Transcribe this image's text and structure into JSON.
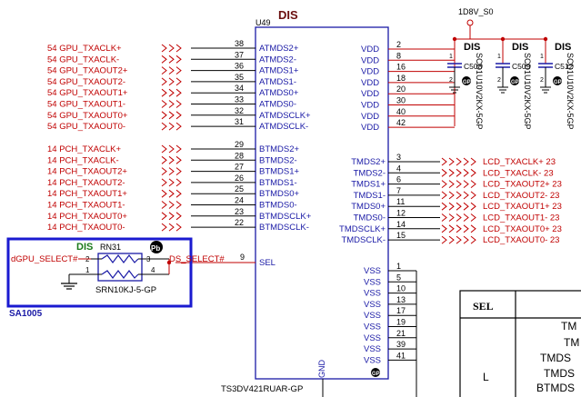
{
  "chip": {
    "title": "DIS",
    "ref": "U49",
    "part": "TS3DV421RUAR-GP",
    "gnd_label": "GND",
    "sel_pin_label": "SEL",
    "sel_pin_num": "9"
  },
  "power": {
    "label": "1D8V_S0"
  },
  "caps": [
    {
      "tag": "DIS",
      "ref": "C508",
      "part": "SCD1U10V2KX-5GP",
      "pin1": "1",
      "pin2": "2"
    },
    {
      "tag": "DIS",
      "ref": "C509",
      "part": "SCD1U10V2KX-5GP",
      "pin1": "1",
      "pin2": "2"
    },
    {
      "tag": "DIS",
      "ref": "C512",
      "part": "SCD1U10V2KX-5GP",
      "pin1": "1",
      "pin2": "2"
    }
  ],
  "left_a": [
    {
      "net": "54  GPU_TXACLK+",
      "pin": "38",
      "name": "ATMDS2+"
    },
    {
      "net": "54  GPU_TXACLK-",
      "pin": "37",
      "name": "ATMDS2-"
    },
    {
      "net": "54  GPU_TXAOUT2+",
      "pin": "36",
      "name": "ATMDS1+"
    },
    {
      "net": "54  GPU_TXAOUT2-",
      "pin": "35",
      "name": "ATMDS1-"
    },
    {
      "net": "54  GPU_TXAOUT1+",
      "pin": "34",
      "name": "ATMDS0+"
    },
    {
      "net": "54  GPU_TXAOUT1-",
      "pin": "33",
      "name": "ATMDS0-"
    },
    {
      "net": "54  GPU_TXAOUT0+",
      "pin": "32",
      "name": "ATMDSCLK+"
    },
    {
      "net": "54  GPU_TXAOUT0-",
      "pin": "31",
      "name": "ATMDSCLK-"
    }
  ],
  "left_b": [
    {
      "net": "14  PCH_TXACLK+",
      "pin": "29",
      "name": "BTMDS2+"
    },
    {
      "net": "14  PCH_TXACLK-",
      "pin": "28",
      "name": "BTMDS2-"
    },
    {
      "net": "14  PCH_TXAOUT2+",
      "pin": "27",
      "name": "BTMDS1+"
    },
    {
      "net": "14  PCH_TXAOUT2-",
      "pin": "26",
      "name": "BTMDS1-"
    },
    {
      "net": "14  PCH_TXAOUT1+",
      "pin": "25",
      "name": "BTMDS0+"
    },
    {
      "net": "14  PCH_TXAOUT1-",
      "pin": "24",
      "name": "BTMDS0-"
    },
    {
      "net": "14  PCH_TXAOUT0+",
      "pin": "23",
      "name": "BTMDSCLK+"
    },
    {
      "net": "14  PCH_TXAOUT0-",
      "pin": "22",
      "name": "BTMDSCLK-"
    }
  ],
  "vdd": [
    {
      "name": "VDD",
      "pin": "2"
    },
    {
      "name": "VDD",
      "pin": "8"
    },
    {
      "name": "VDD",
      "pin": "16"
    },
    {
      "name": "VDD",
      "pin": "18"
    },
    {
      "name": "VDD",
      "pin": "20"
    },
    {
      "name": "VDD",
      "pin": "30"
    },
    {
      "name": "VDD",
      "pin": "40"
    },
    {
      "name": "VDD",
      "pin": "42"
    }
  ],
  "tmds": [
    {
      "name": "TMDS2+",
      "pin": "3",
      "net": "LCD_TXACLK+  23"
    },
    {
      "name": "TMDS2-",
      "pin": "4",
      "net": "LCD_TXACLK-  23"
    },
    {
      "name": "TMDS1+",
      "pin": "6",
      "net": "LCD_TXAOUT2+  23"
    },
    {
      "name": "TMDS1-",
      "pin": "7",
      "net": "LCD_TXAOUT2-  23"
    },
    {
      "name": "TMDS0+",
      "pin": "11",
      "net": "LCD_TXAOUT1+  23"
    },
    {
      "name": "TMDS0-",
      "pin": "12",
      "net": "LCD_TXAOUT1-  23"
    },
    {
      "name": "TMDSCLK+",
      "pin": "14",
      "net": "LCD_TXAOUT0+  23"
    },
    {
      "name": "TMDSCLK-",
      "pin": "15",
      "net": "LCD_TXAOUT0-  23"
    }
  ],
  "vss": [
    {
      "name": "VSS",
      "pin": "1"
    },
    {
      "name": "VSS",
      "pin": "5"
    },
    {
      "name": "VSS",
      "pin": "10"
    },
    {
      "name": "VSS",
      "pin": "13"
    },
    {
      "name": "VSS",
      "pin": "17"
    },
    {
      "name": "VSS",
      "pin": "19"
    },
    {
      "name": "VSS",
      "pin": "21"
    },
    {
      "name": "VSS",
      "pin": "39"
    },
    {
      "name": "VSS",
      "pin": "41"
    }
  ],
  "resistor": {
    "tag": "DIS",
    "ref": "RN31",
    "part": "SRN10KJ-5-GP",
    "pin_left_top": "2",
    "pin_left_bot": "1",
    "pin_right_top": "3",
    "pin_right_bot": "4",
    "net_left": "dGPU_SELECT#",
    "net_right": "DS_SELECT#",
    "box_label": "SA1005"
  },
  "table": {
    "header": "SEL",
    "row_label": "L",
    "cells": [
      "TM",
      "TM",
      "TMDS",
      "TMDS",
      "BTMDS"
    ]
  },
  "symbols": {
    "gp": "GP",
    "pb": "Pb"
  }
}
